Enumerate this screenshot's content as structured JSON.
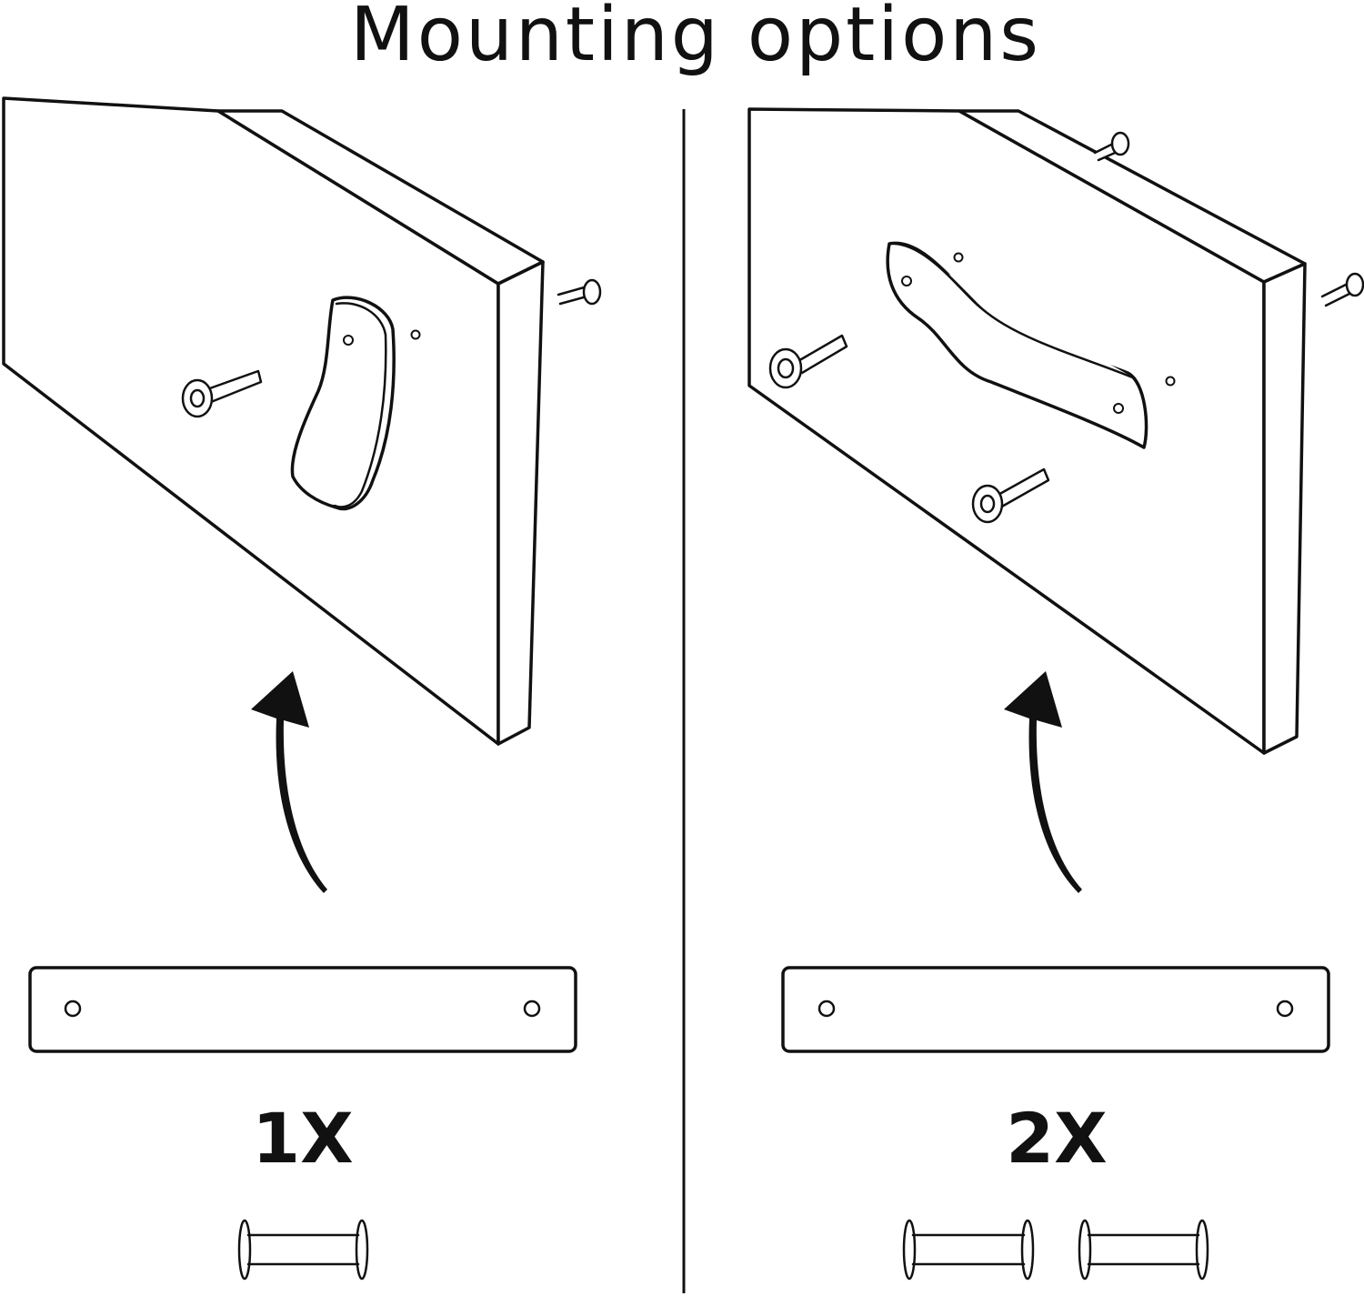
{
  "title": "Mounting options",
  "options": [
    {
      "count_label": "1X"
    },
    {
      "count_label": "2X"
    }
  ],
  "colors": {
    "line": "#111111",
    "background": "#ffffff"
  }
}
